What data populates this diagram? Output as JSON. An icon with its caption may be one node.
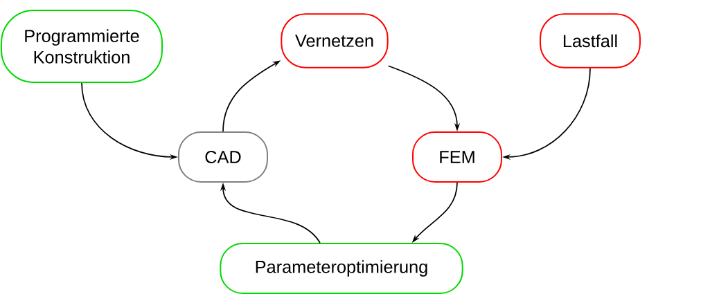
{
  "diagram": {
    "nodes": [
      {
        "text": [
          "Programmierte Konstruktion"
        ]
      },
      {
        "text": [
          "Vernetzen"
        ]
      },
      {
        "text": [
          "Lastfall"
        ]
      },
      {
        "text": [
          "CAD"
        ]
      },
      {
        "text": [
          "FEM"
        ]
      },
      {
        "text": [
          "Parameteroptimierung"
        ]
      }
    ],
    "edges": [
      {
        "from": 0,
        "to": 3,
        "arrow": "to"
      },
      {
        "from": 3,
        "to": 1,
        "arrow": "to"
      },
      {
        "from": 1,
        "to": 4,
        "arrow": "to"
      },
      {
        "from": 2,
        "to": 4,
        "arrow": "to"
      },
      {
        "from": 4,
        "to": 5,
        "arrow": "to"
      },
      {
        "from": 5,
        "to": 3,
        "arrow": "to"
      }
    ]
  }
}
